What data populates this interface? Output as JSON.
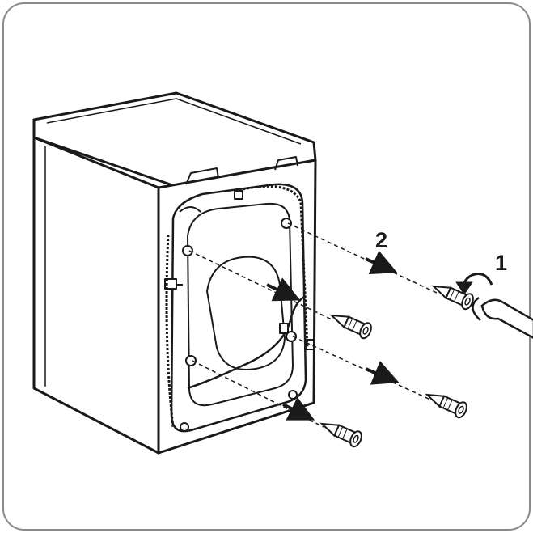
{
  "diagram": {
    "step_labels": [
      {
        "id": "step-1",
        "text": "1"
      },
      {
        "id": "step-2",
        "text": "2"
      }
    ],
    "colors": {
      "frame_border": "#8a8a8a",
      "ink": "#1a1a1a",
      "background": "#ffffff"
    },
    "icons": [
      "washing-machine-icon",
      "transit-bolt-icon",
      "spanner-icon",
      "rotation-arrow-icon",
      "pull-direction-arrow-icon"
    ]
  }
}
